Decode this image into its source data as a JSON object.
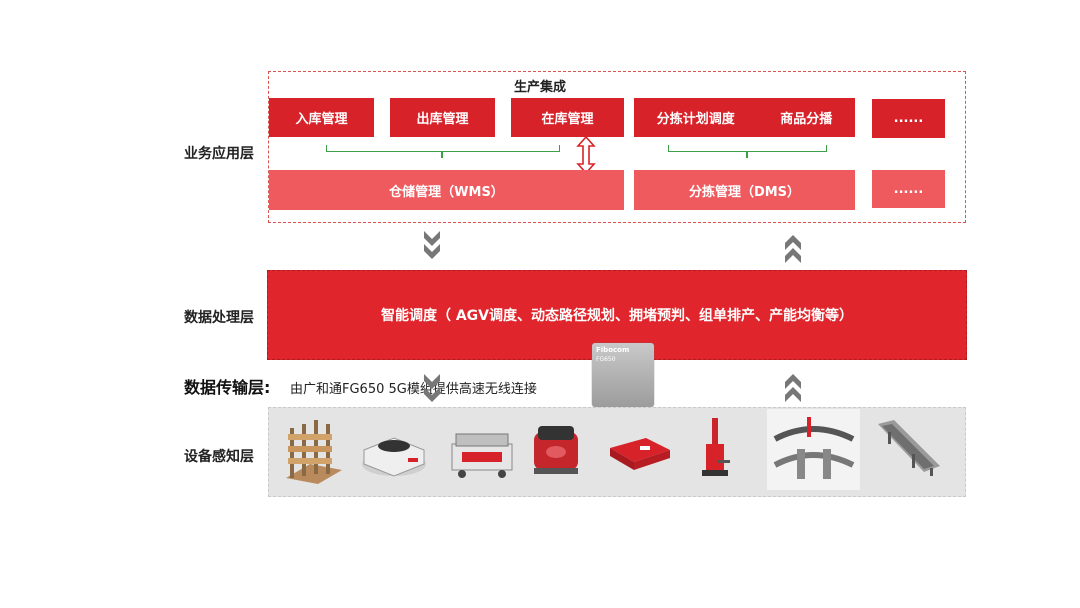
{
  "layers": {
    "application": "业务应用层",
    "processing": "数据处理层",
    "transmission": "数据传输层:",
    "device": "设备感知层"
  },
  "application": {
    "frame_title": "生产集成",
    "modules": [
      "入库管理",
      "出库管理",
      "在库管理",
      "分拣计划调度",
      "商品分播",
      "......"
    ],
    "systems": [
      "仓储管理（WMS）",
      "分拣管理（DMS）",
      "......"
    ]
  },
  "processing": {
    "text": "智能调度（ AGV调度、动态路径规划、拥堵预判、组单排产、产能均衡等）"
  },
  "transmission": {
    "description": "由广和通FG650 5G模组提供高速无线连接",
    "module_brand": "Fibocom",
    "module_model": "FG650"
  },
  "devices": [
    {
      "icon": "shelving-rack-icon"
    },
    {
      "icon": "sorting-robot-icon"
    },
    {
      "icon": "automated-cart-icon"
    },
    {
      "icon": "agv-robot-icon"
    },
    {
      "icon": "flat-agv-icon"
    },
    {
      "icon": "forklift-agv-icon"
    },
    {
      "icon": "sorting-line-icon"
    },
    {
      "icon": "conveyor-icon"
    }
  ],
  "colors": {
    "primary_red": "#d8222a",
    "light_red": "#ef5a5f",
    "bracket_green": "#3aa04a",
    "arrow_gray": "#777777"
  }
}
